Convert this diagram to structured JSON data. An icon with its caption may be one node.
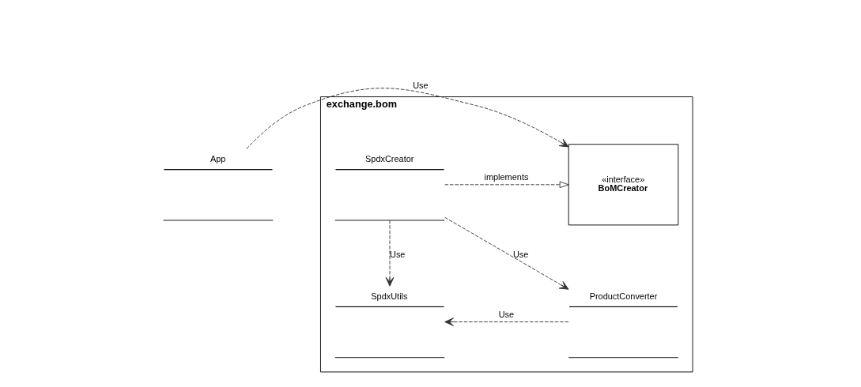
{
  "diagram": {
    "nodes": [
      {
        "text": [
          "App"
        ]
      },
      {
        "text": [
          "exchange.bom"
        ]
      },
      {
        "text": [
          "«interface»",
          "BoMCreator"
        ],
        "in": 1
      },
      {
        "text": [
          "SpdxCreator"
        ],
        "in": 1
      },
      {
        "text": [
          "SpdxUtils"
        ],
        "in": 1
      },
      {
        "text": [
          "ProductConverter"
        ],
        "in": 1
      }
    ],
    "edges": [
      {
        "from": 0,
        "to": 2,
        "arrow": "to",
        "label": "Use",
        "style": "dashed"
      },
      {
        "from": 3,
        "to": 2,
        "arrow": "to",
        "label": "implements",
        "style": "dashed"
      },
      {
        "from": 3,
        "to": 4,
        "arrow": "to",
        "label": "Use",
        "style": "dashed"
      },
      {
        "from": 3,
        "to": 5,
        "arrow": "to",
        "label": "Use",
        "style": "dashed"
      },
      {
        "from": 5,
        "to": 4,
        "arrow": "to",
        "label": "Use",
        "style": "dashed"
      }
    ]
  }
}
